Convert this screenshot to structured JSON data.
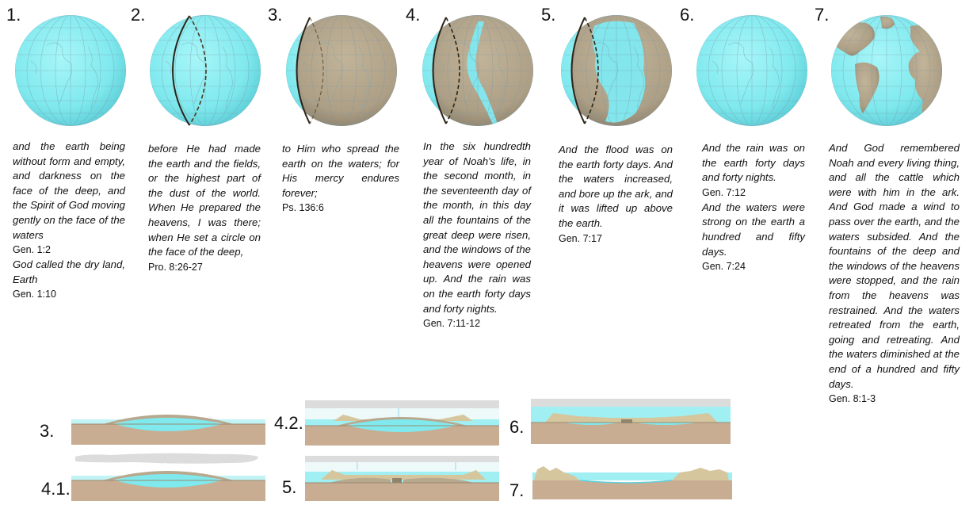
{
  "globes": [
    {
      "number": "1."
    },
    {
      "number": "2."
    },
    {
      "number": "3."
    },
    {
      "number": "4."
    },
    {
      "number": "5."
    },
    {
      "number": "6."
    },
    {
      "number": "7."
    }
  ],
  "panels": [
    {
      "blocks": [
        {
          "text": "and the earth being without form and empty, and darkness on the face of the deep, and the Spirit of God moving gently on the face of the waters",
          "ref": "Gen. 1:2"
        },
        {
          "text": "God called the dry land, Earth",
          "ref": "Gen. 1:10"
        }
      ]
    },
    {
      "blocks": [
        {
          "text": "before He had made the earth and the fields, or the highest part of the dust of the world. When He prepared the heavens, I was there; when He set a circle on the face of the deep,",
          "ref": "Pro. 8:26-27"
        }
      ]
    },
    {
      "blocks": [
        {
          "text": "to Him who spread the earth on the waters; for His mercy endures forever;",
          "ref": "Ps. 136:6"
        }
      ]
    },
    {
      "blocks": [
        {
          "text": "In the six hundredth year of Noah's life, in the second month, in the seventeenth day of the month, in this day all the fountains of the great deep were risen, and the windows of the heavens were opened up. And the rain was on the earth forty days and forty nights.",
          "ref": "Gen. 7:11-12"
        }
      ]
    },
    {
      "blocks": [
        {
          "text": "And the flood was on the earth forty days. And the waters increased, and bore up the ark, and it was lifted up above the earth.",
          "ref": "Gen. 7:17"
        }
      ]
    },
    {
      "blocks": [
        {
          "text": "And the rain was on the earth forty days and forty nights.",
          "ref": "Gen. 7:12"
        },
        {
          "text": "And the waters were strong on the earth a hundred and fifty days.",
          "ref": "Gen. 7:24"
        }
      ]
    },
    {
      "blocks": [
        {
          "text": "And God remembered Noah and every living thing, and all the cattle which were with him in the ark. And God made a wind to pass over the earth, and the waters subsided. And the fountains of the deep and the windows of the heavens were stopped, and the rain from the heavens was restrained. And the waters retreated from the earth, going and retreating. And the waters diminished at the end of a hundred and fifty days.",
          "ref": "Gen. 8:1-3"
        }
      ]
    }
  ],
  "sections": [
    {
      "label": "3."
    },
    {
      "label": "4.1."
    },
    {
      "label": "4.2."
    },
    {
      "label": "5."
    },
    {
      "label": "6."
    },
    {
      "label": "7."
    }
  ],
  "colors": {
    "water": "#7fe9ee",
    "land": "#b7a88e",
    "ground": "#c8ad92",
    "cloud": "#d6d6d6",
    "grid": "#8aa0b4"
  }
}
